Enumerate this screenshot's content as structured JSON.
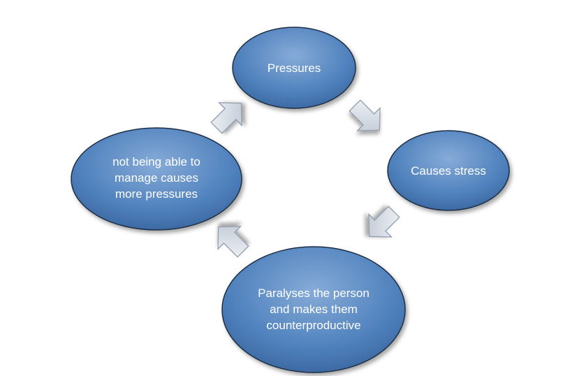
{
  "diagram": {
    "type": "cycle",
    "nodes": [
      {
        "id": "pressures",
        "text": "Pressures"
      },
      {
        "id": "stress",
        "text": "Causes stress"
      },
      {
        "id": "paralyses",
        "text": "Paralyses the person\nand makes  them\ncounterproductive"
      },
      {
        "id": "not-able",
        "text": "not being able to\nmanage causes\nmore pressures"
      }
    ],
    "edges": [
      {
        "from": "pressures",
        "to": "stress"
      },
      {
        "from": "stress",
        "to": "paralyses"
      },
      {
        "from": "paralyses",
        "to": "not-able"
      },
      {
        "from": "not-able",
        "to": "pressures"
      }
    ]
  },
  "colors": {
    "node_fill": "#4f81bd",
    "node_fill_light": "#7aa3d4",
    "node_stroke": "#1f2f45",
    "node_text": "#ffffff",
    "arrow_fill": "#dbe2ec",
    "arrow_stroke": "#8a96a6"
  }
}
